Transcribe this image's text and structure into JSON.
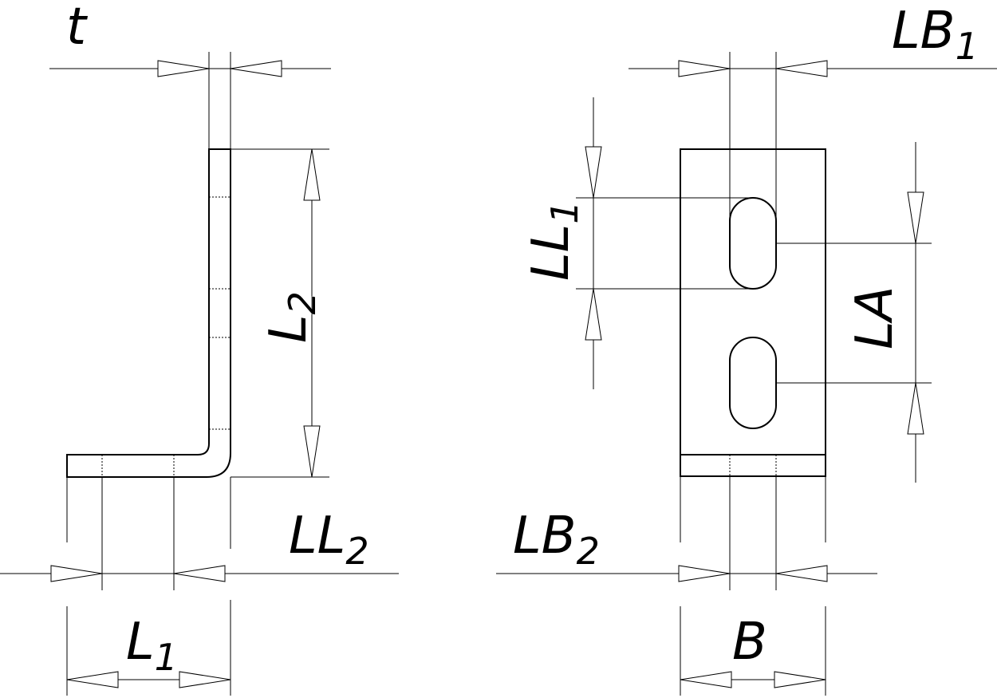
{
  "labels": {
    "t": "t",
    "l1_main": "L",
    "l1_sub": "1",
    "l2_main": "L",
    "l2_sub": "2",
    "ll2_main": "LL",
    "ll2_sub": "2",
    "lb1_main": "LB",
    "lb1_sub": "1",
    "lb2_main": "LB",
    "lb2_sub": "2",
    "ll1_main": "LL",
    "ll1_sub": "1",
    "la": "LA",
    "b": "B"
  }
}
